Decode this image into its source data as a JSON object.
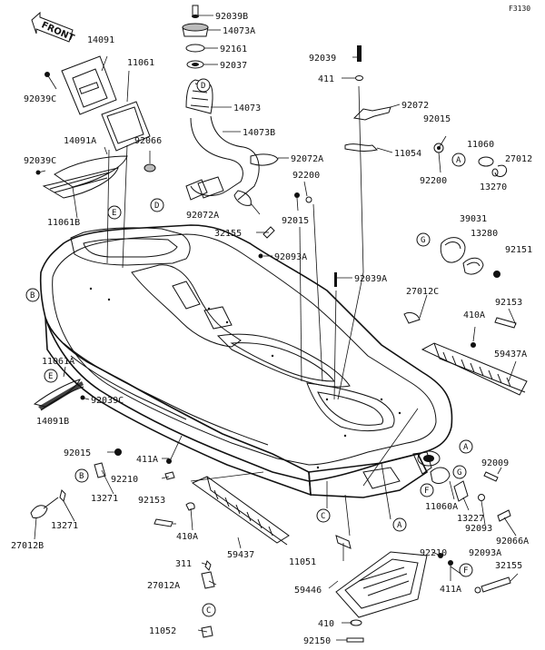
{
  "diagram_code": "F3130",
  "front_arrow": {
    "label": "FRONT"
  },
  "parts": [
    {
      "id": "p01",
      "label": "92039B"
    },
    {
      "id": "p02",
      "label": "14073A"
    },
    {
      "id": "p03",
      "label": "92161"
    },
    {
      "id": "p04",
      "label": "92037"
    },
    {
      "id": "p05",
      "label": "14073"
    },
    {
      "id": "p06",
      "label": "14073B"
    },
    {
      "id": "p07",
      "label": "92072A"
    },
    {
      "id": "p08",
      "label": "92072A"
    },
    {
      "id": "p09",
      "label": "14091"
    },
    {
      "id": "p10",
      "label": "11061"
    },
    {
      "id": "p11",
      "label": "92039C"
    },
    {
      "id": "p12",
      "label": "14091A"
    },
    {
      "id": "p13",
      "label": "92066"
    },
    {
      "id": "p14",
      "label": "92039C"
    },
    {
      "id": "p15",
      "label": "11061B"
    },
    {
      "id": "p16",
      "label": "92039"
    },
    {
      "id": "p17",
      "label": "411"
    },
    {
      "id": "p18",
      "label": "92072"
    },
    {
      "id": "p19",
      "label": "92015"
    },
    {
      "id": "p20",
      "label": "11054"
    },
    {
      "id": "p21",
      "label": "11060"
    },
    {
      "id": "p22",
      "label": "27012"
    },
    {
      "id": "p23",
      "label": "92200"
    },
    {
      "id": "p24",
      "label": "13270"
    },
    {
      "id": "p25",
      "label": "92200"
    },
    {
      "id": "p26",
      "label": "92015"
    },
    {
      "id": "p27",
      "label": "32155"
    },
    {
      "id": "p28",
      "label": "92093A"
    },
    {
      "id": "p29",
      "label": "39031"
    },
    {
      "id": "p30",
      "label": "13280"
    },
    {
      "id": "p31",
      "label": "92151"
    },
    {
      "id": "p32",
      "label": "92039A"
    },
    {
      "id": "p33",
      "label": "27012C"
    },
    {
      "id": "p34",
      "label": "92153"
    },
    {
      "id": "p35",
      "label": "410A"
    },
    {
      "id": "p36",
      "label": "59437A"
    },
    {
      "id": "p37",
      "label": "11061A"
    },
    {
      "id": "p38",
      "label": "92039C"
    },
    {
      "id": "p39",
      "label": "14091B"
    },
    {
      "id": "p40",
      "label": "92015"
    },
    {
      "id": "p41",
      "label": "411A"
    },
    {
      "id": "p42",
      "label": "92210"
    },
    {
      "id": "p43",
      "label": "13271"
    },
    {
      "id": "p44",
      "label": "13271"
    },
    {
      "id": "p45",
      "label": "27012B"
    },
    {
      "id": "p46",
      "label": "92153"
    },
    {
      "id": "p47",
      "label": "410A"
    },
    {
      "id": "p48",
      "label": "59437"
    },
    {
      "id": "p49",
      "label": "311"
    },
    {
      "id": "p50",
      "label": "27012A"
    },
    {
      "id": "p51",
      "label": "11052"
    },
    {
      "id": "p52",
      "label": "11051"
    },
    {
      "id": "p53",
      "label": "59446"
    },
    {
      "id": "p54",
      "label": "410"
    },
    {
      "id": "p55",
      "label": "92150"
    },
    {
      "id": "p56",
      "label": "92009"
    },
    {
      "id": "p57",
      "label": "11060A"
    },
    {
      "id": "p58",
      "label": "13227"
    },
    {
      "id": "p59",
      "label": "92093"
    },
    {
      "id": "p60",
      "label": "92066A"
    },
    {
      "id": "p61",
      "label": "92210"
    },
    {
      "id": "p62",
      "label": "92093A"
    },
    {
      "id": "p63",
      "label": "411A"
    },
    {
      "id": "p64",
      "label": "32155"
    }
  ],
  "refs": [
    {
      "id": "r01",
      "label": "D"
    },
    {
      "id": "r02",
      "label": "D"
    },
    {
      "id": "r03",
      "label": "E"
    },
    {
      "id": "r04",
      "label": "E"
    },
    {
      "id": "r05",
      "label": "A"
    },
    {
      "id": "r06",
      "label": "A"
    },
    {
      "id": "r07",
      "label": "A"
    },
    {
      "id": "r08",
      "label": "B"
    },
    {
      "id": "r09",
      "label": "B"
    },
    {
      "id": "r10",
      "label": "C"
    },
    {
      "id": "r11",
      "label": "C"
    },
    {
      "id": "r12",
      "label": "G"
    },
    {
      "id": "r13",
      "label": "G"
    },
    {
      "id": "r14",
      "label": "F"
    },
    {
      "id": "r15",
      "label": "F"
    }
  ]
}
